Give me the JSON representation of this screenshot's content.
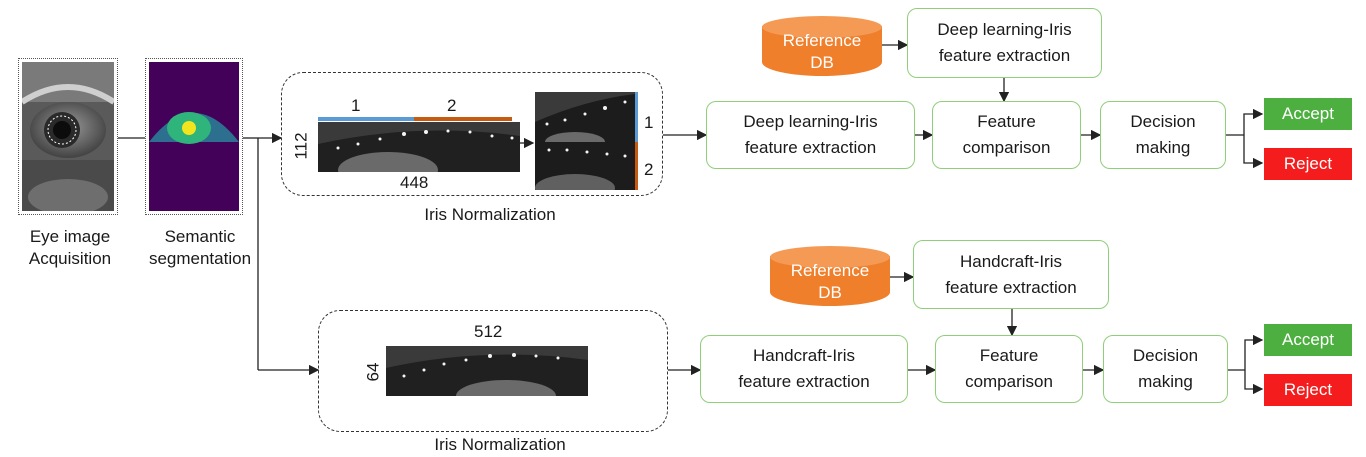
{
  "acquisition": {
    "label": "Eye image\nAcquisition"
  },
  "segmentation": {
    "label": "Semantic\nsegmentation"
  },
  "top_branch": {
    "normalization_label": "Iris Normalization",
    "width_label": "448",
    "height_label": "112",
    "part1": "1",
    "part2": "2",
    "split1": "1",
    "split2": "2",
    "reference_db": "Reference\nDB",
    "db_feature": "Deep learning-Iris\nfeature extraction",
    "feature_extraction": "Deep learning-Iris\nfeature extraction",
    "comparison": "Feature\ncomparison",
    "decision": "Decision\nmaking",
    "accept": "Accept",
    "reject": "Reject"
  },
  "bottom_branch": {
    "normalization_label": "Iris Normalization",
    "width_label": "512",
    "height_label": "64",
    "reference_db": "Reference\nDB",
    "db_feature": "Handcraft-Iris\nfeature extraction",
    "feature_extraction": "Handcraft-Iris\nfeature extraction",
    "comparison": "Feature\ncomparison",
    "decision": "Decision\nmaking",
    "accept": "Accept",
    "reject": "Reject"
  },
  "colors": {
    "box_border": "#8fcf7a",
    "db_fill": "#f07f2c",
    "accept": "#4caf3f",
    "reject": "#f41c1c",
    "part1_bar": "#5b9bd5",
    "part2_bar": "#c55a11",
    "segmentation_bg": "#44015a",
    "segmentation_band": "#2c6f8e",
    "segmentation_iris": "#2fb57c",
    "segmentation_pupil": "#f3e51d"
  }
}
